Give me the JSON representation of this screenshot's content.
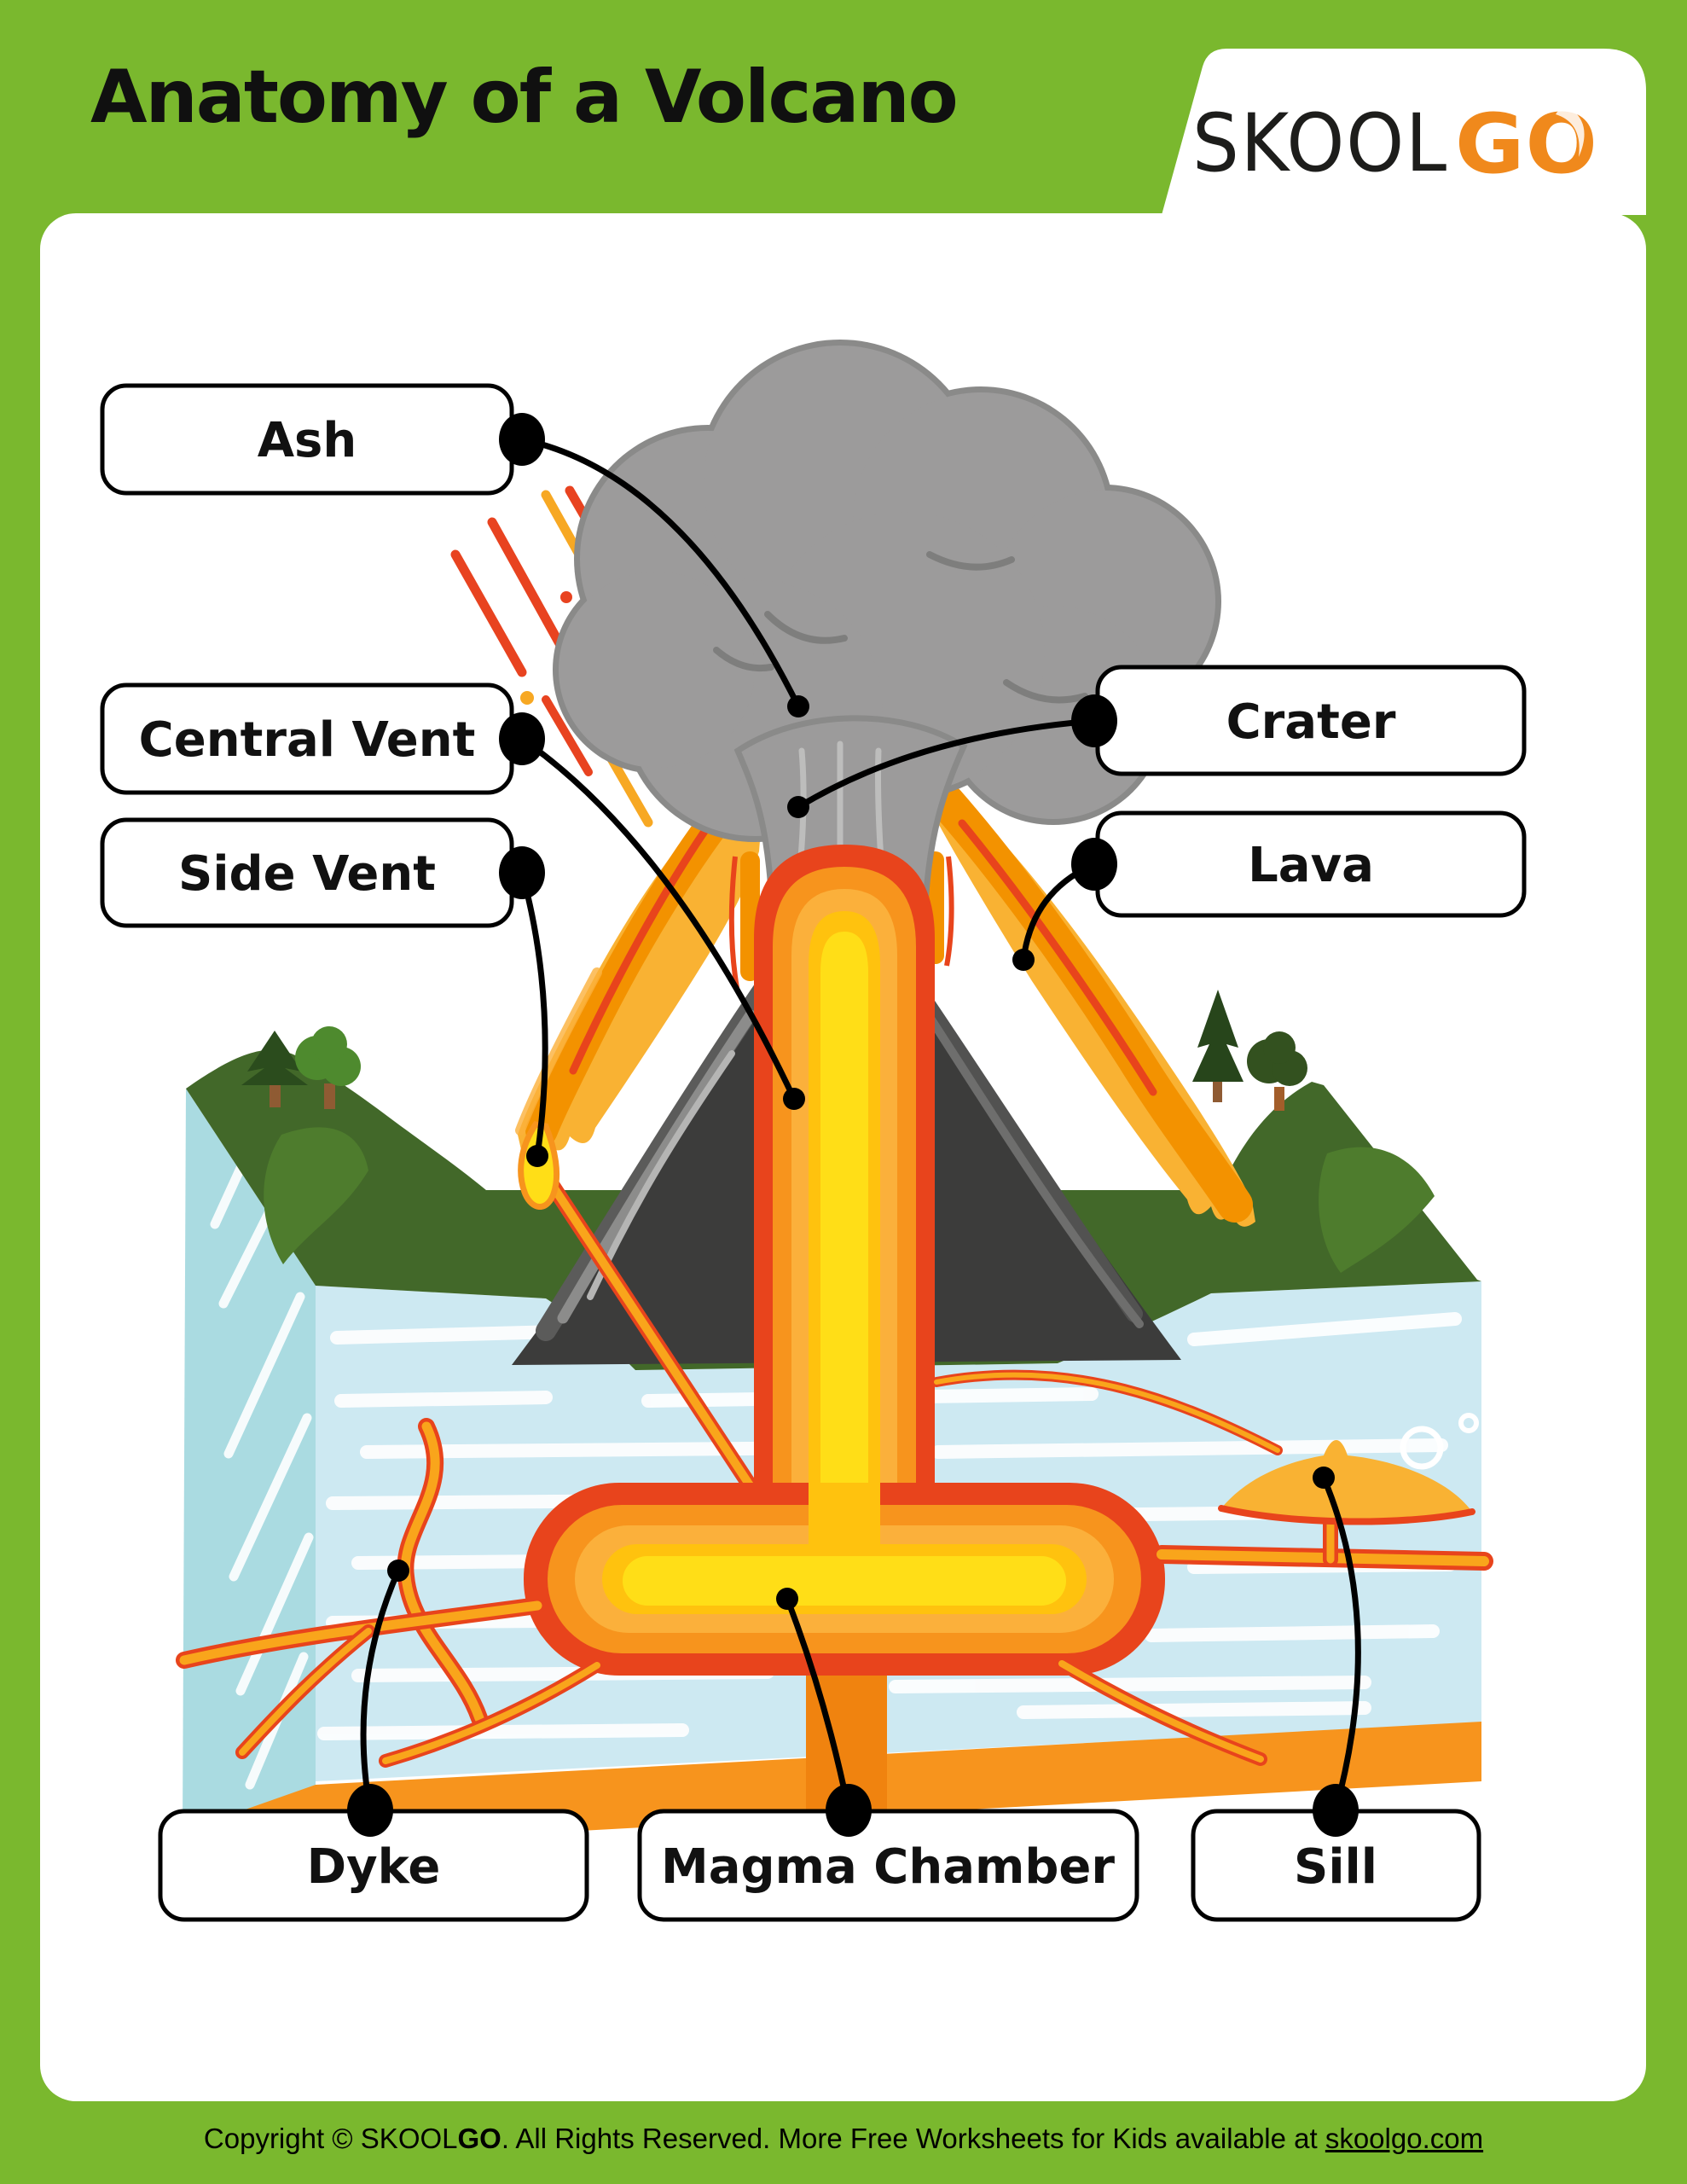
{
  "page": {
    "title": "Anatomy of a Volcano",
    "background_color": "#7AB82E",
    "panel_color": "#FFFFFF"
  },
  "logo": {
    "part1": "SKOOL",
    "part2": "GO",
    "accent_color": "#F0891C"
  },
  "labels": {
    "ash": "Ash",
    "central_vent": "Central Vent",
    "side_vent": "Side Vent",
    "crater": "Crater",
    "lava": "Lava",
    "dyke": "Dyke",
    "magma_chamber": "Magma Chamber",
    "sill": "Sill"
  },
  "footer": {
    "prefix": "Copyright © SKOOL",
    "brand_bold": "GO",
    "middle": ". All Rights Reserved. More Free Worksheets for Kids available at ",
    "link": "skoolgo.com"
  },
  "colors": {
    "ash_cloud": "#9C9B9B",
    "cloud_outline": "#8A8A89",
    "volcano_mound": "#F9B233",
    "lava_flow": "#F39200",
    "lava_edge": "#E8441C",
    "magma_yellow": "#FFDE17",
    "cone_dark": "#3C3C3B",
    "hill_green": "#426829",
    "strata_blue": "#CDE9F2",
    "strata_side": "#AADBE1",
    "base_band": "#F7941D"
  }
}
